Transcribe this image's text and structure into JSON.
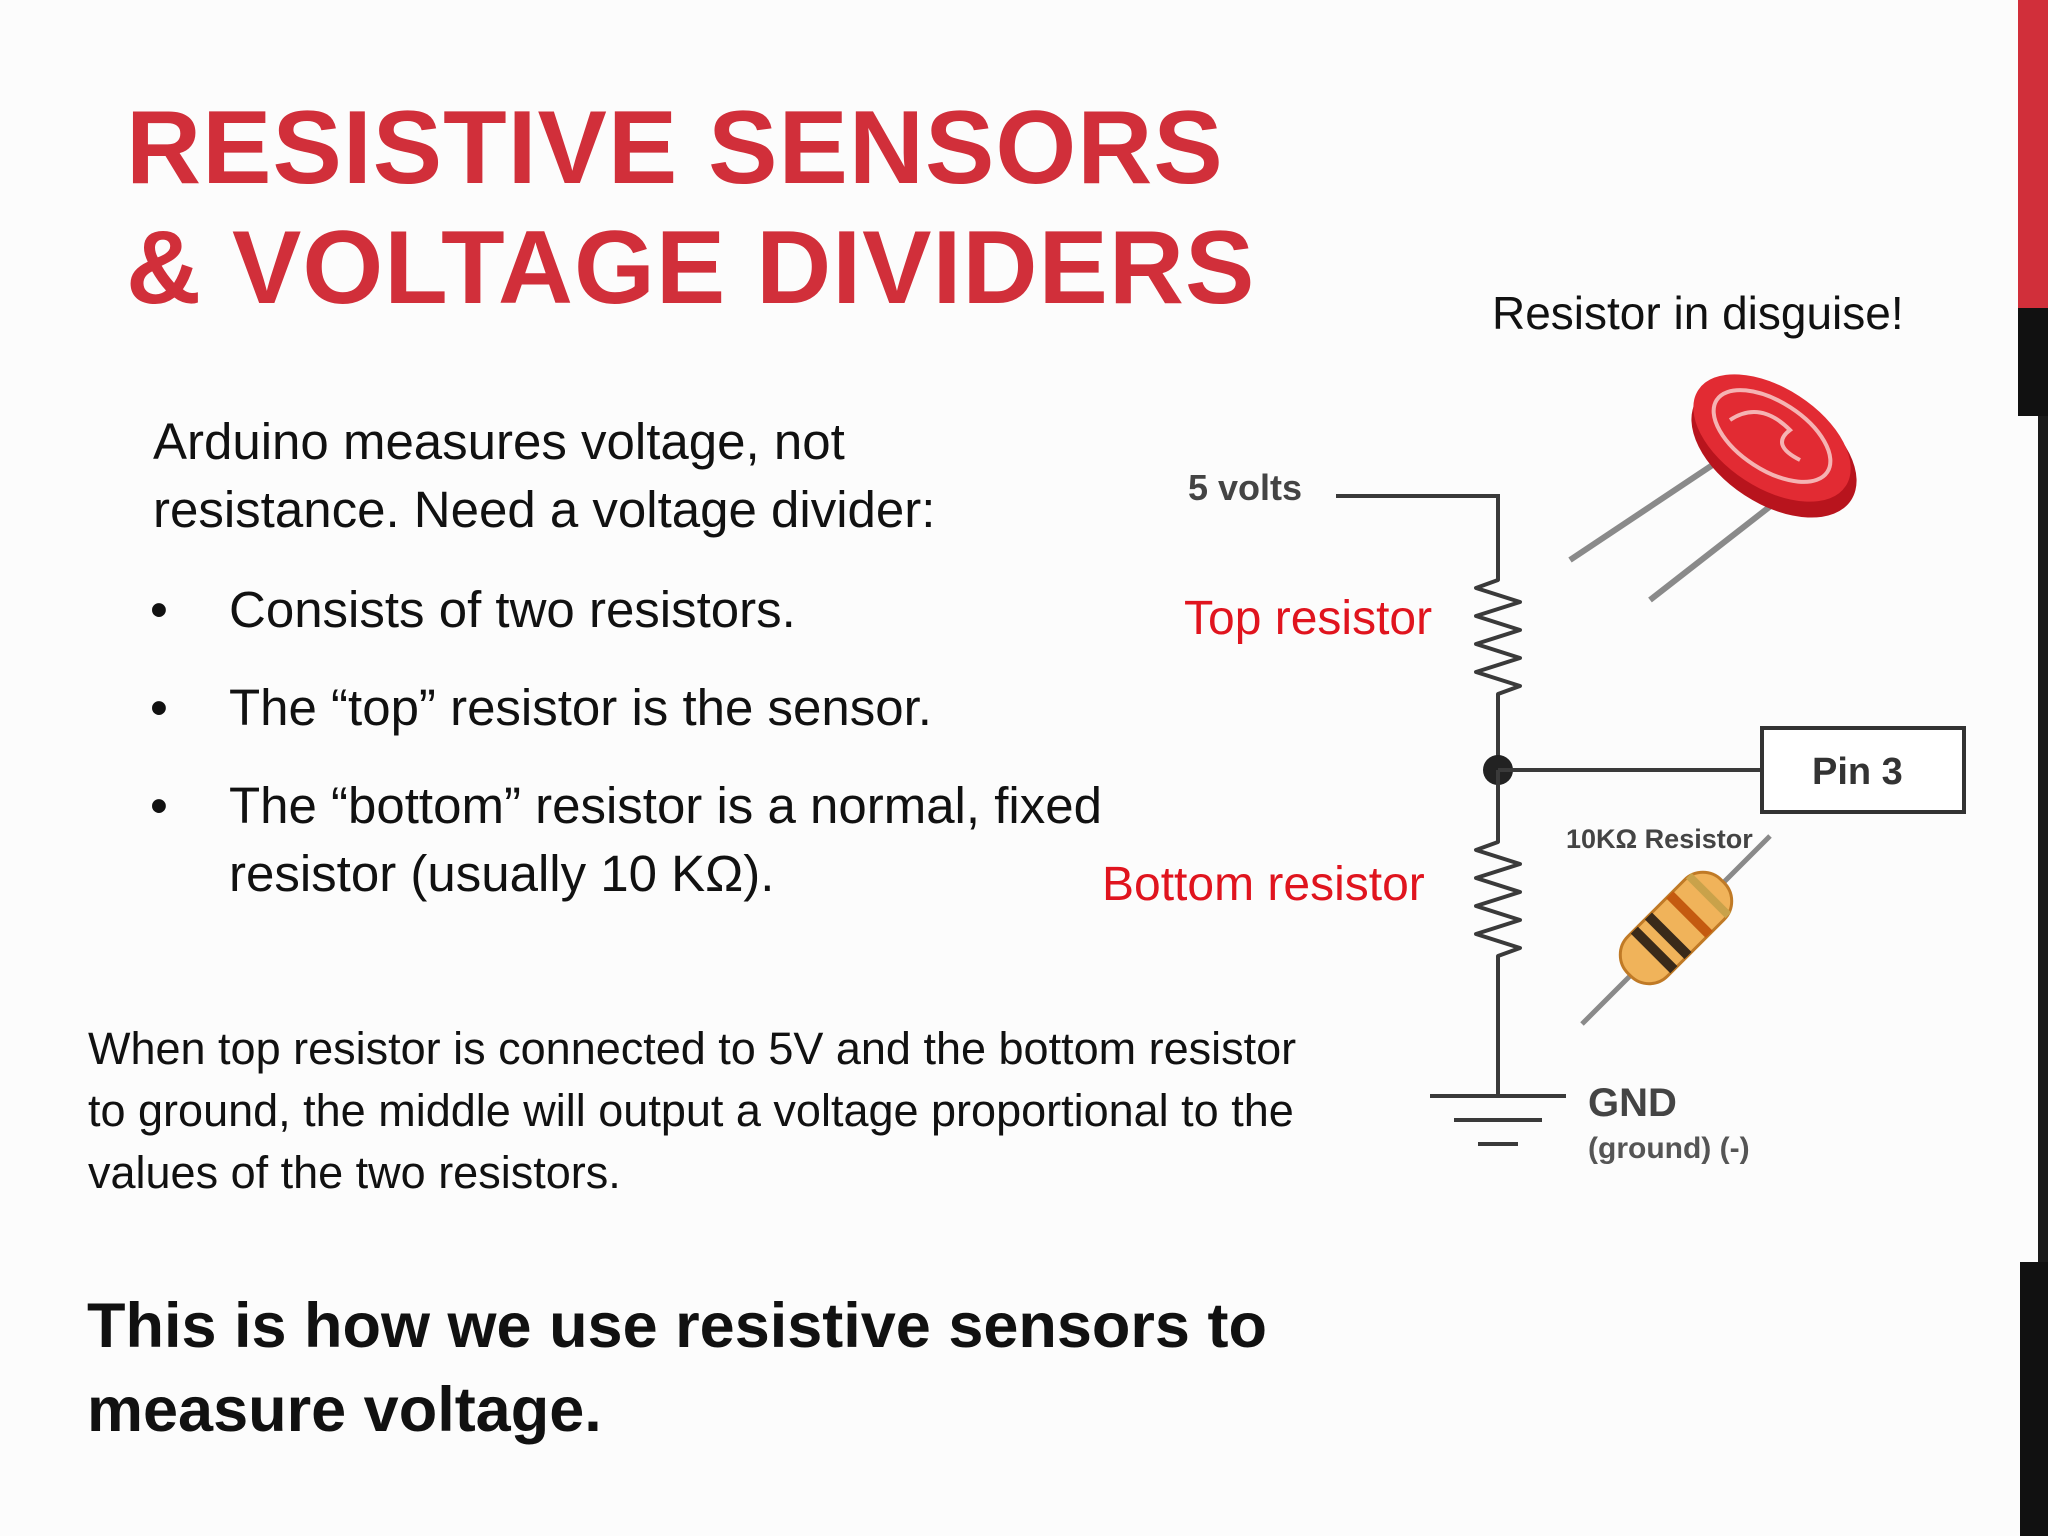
{
  "title": {
    "line1": "RESISTIVE SENSORS",
    "line2": "& VOLTAGE DIVIDERS"
  },
  "intro": "Arduino measures voltage, not resistance. Need a voltage divider:",
  "bullets": [
    {
      "marker": "•",
      "text": "Consists of two resistors."
    },
    {
      "marker": "•",
      "text": "The “top” resistor is the sensor."
    },
    {
      "marker": "•",
      "text": "The “bottom” resistor is a normal, fixed resistor (usually 10 KΩ)."
    }
  ],
  "paragraph": "When top resistor is connected to 5V and the bottom resistor to ground, the middle will output a voltage proportional to the values of the two resistors.",
  "closing": "This is how we use resistive sensors to measure voltage.",
  "diagram": {
    "caption": "Resistor in disguise!",
    "supply_label": "5 volts",
    "top_label": "Top resistor",
    "bottom_label": "Bottom resistor",
    "pin_label": "Pin 3",
    "fixed_resistor_label": "10KΩ Resistor",
    "gnd_label": "GND",
    "gnd_sub_label": "(ground) (-)"
  },
  "colors": {
    "title": "#d12f3a",
    "label_red": "#e0141e",
    "photoresistor_body": "#d8232e",
    "resistor_body": "#f0b35a"
  }
}
